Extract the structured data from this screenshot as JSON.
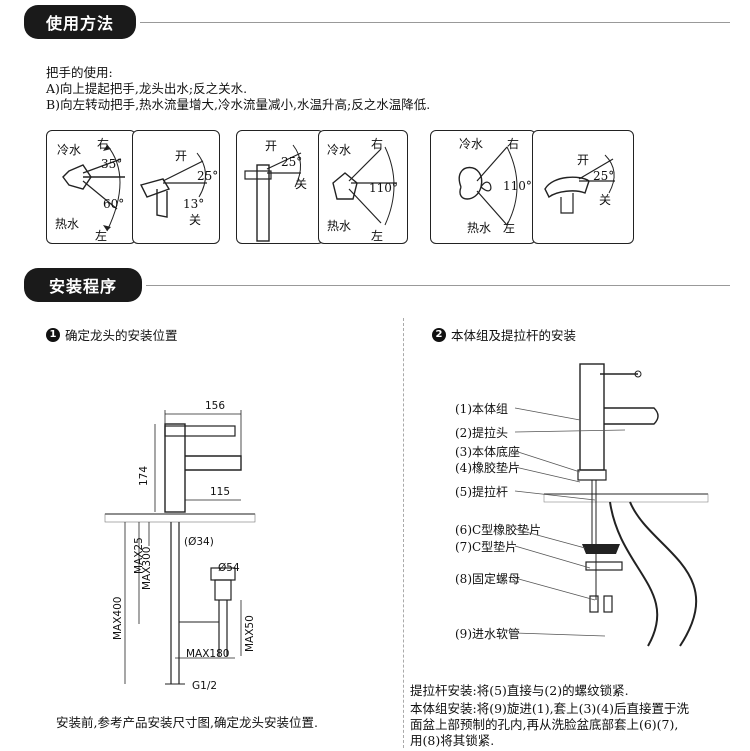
{
  "usage": {
    "title": "使用方法",
    "heading": "把手的使用:",
    "line_a": "A)向上提起把手,龙头出水;反之关水.",
    "line_b": "B)向左转动把手,热水流量增大,冷水流量减小,水温升高;反之水温降低."
  },
  "diagrams": {
    "cold": "冷水",
    "hot": "热水",
    "right": "右",
    "left": "左",
    "open": "开",
    "close": "关",
    "a35": "35°",
    "a60": "60°",
    "a25": "25°",
    "a13": "13°",
    "a110": "110°"
  },
  "install": {
    "title": "安装程序",
    "step1": {
      "num": "1",
      "title": "确定龙头的安装位置"
    },
    "step2": {
      "num": "2",
      "title": "本体组及提拉杆的安装"
    },
    "dims": {
      "d156": "156",
      "d174": "174",
      "d115": "115",
      "d34": "(Ø34)",
      "max25": "MAX25",
      "max300": "MAX300",
      "max400": "MAX400",
      "d54": "Ø54",
      "max50": "MAX50",
      "max180": "MAX180",
      "g12": "G1/2"
    },
    "parts": [
      "(1)本体组",
      "(2)提拉头",
      "(3)本体底座",
      "(4)橡胶垫片",
      "(5)提拉杆",
      "(6)C型橡胶垫片",
      "(7)C型垫片",
      "(8)固定螺母",
      "(9)进水软管"
    ],
    "note1": "安装前,参考产品安装尺寸图,确定龙头安装位置.",
    "note2_line1": "提拉杆安装:将(5)直接与(2)的螺纹锁紧.",
    "note2_line2": "本体组安装:将(9)旋进(1),套上(3)(4)后直接置于洗",
    "note2_line3": "面盆上部预制的孔内,再从洗脸盆底部套上(6)(7),",
    "note2_line4": "用(8)将其锁紧."
  }
}
